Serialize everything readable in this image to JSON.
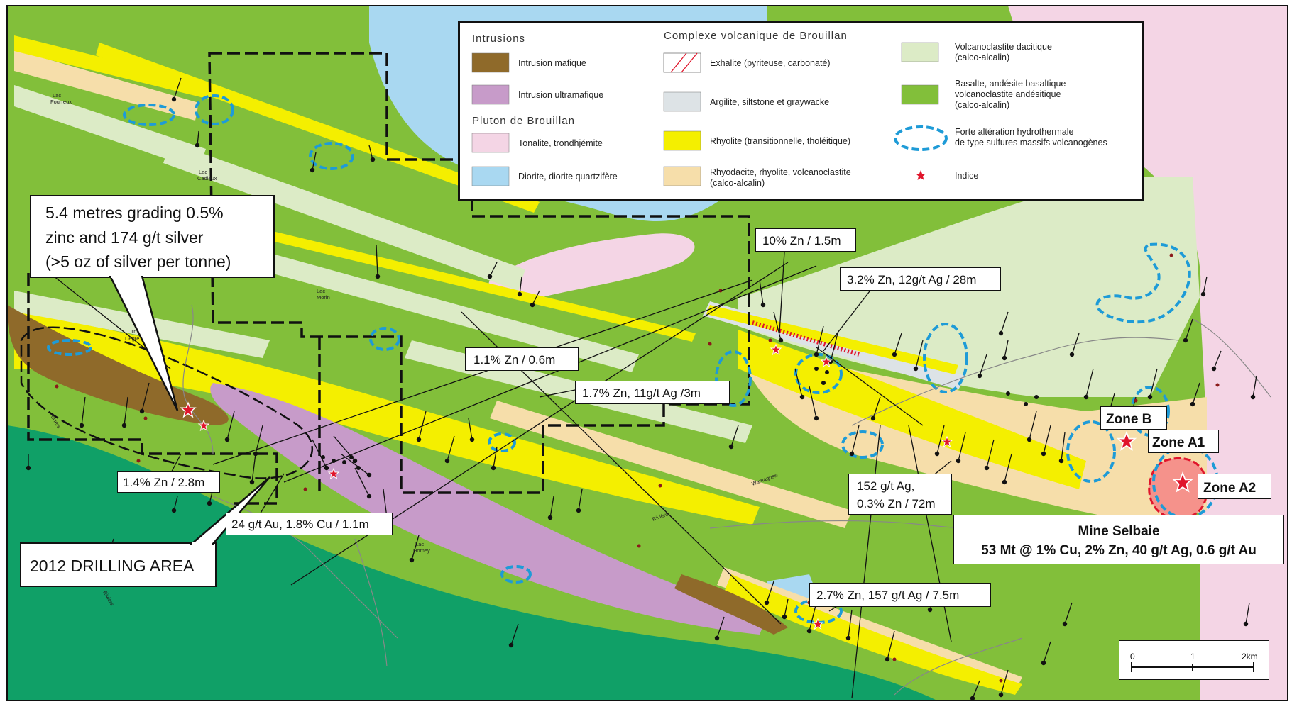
{
  "legend": {
    "col1": {
      "header_intrusions": "Intrusions",
      "mafique": "Intrusion mafique",
      "ultramafique": "Intrusion ultramafique",
      "header_pluton": "Pluton de Brouillan",
      "tonalite": "Tonalite, trondhjémite",
      "diorite": "Diorite, diorite quartzifère"
    },
    "col2": {
      "header": "Complexe volcanique de Brouillan",
      "exhalite": "Exhalite (pyriteuse, carbonaté)",
      "argilite": "Argilite, siltstone et graywacke",
      "rhyolite": "Rhyolite (transitionnelle, tholéitique)",
      "rhyodacite_1": "Rhyodacite, rhyolite, volcanoclastite",
      "rhyodacite_2": "(calco-alcalin)"
    },
    "col3": {
      "volcano_1": "Volcanoclastite dacitique",
      "volcano_2": "(calco-alcalin)",
      "basalte_1": "Basalte, andésite basaltique",
      "basalte_2": "volcanoclastite andésitique",
      "basalte_3": "(calco-alcalin)",
      "alteration_1": "Forte altération hydrothermale",
      "alteration_2": "de type sulfures massifs volcanogènes",
      "indice": "Indice"
    }
  },
  "callouts": {
    "main_1": "5.4 metres grading 0.5%",
    "main_2": "zinc and 174 g/t silver",
    "main_3": "(>5 oz of silver per tonne)",
    "drilling": "2012 DRILLING AREA",
    "zn10": "10% Zn / 1.5m",
    "zn32": "3.2% Zn, 12g/t Ag / 28m",
    "zn11": "1.1% Zn / 0.6m",
    "zn17": "1.7% Zn, 11g/t Ag /3m",
    "zn14": "1.4% Zn / 2.8m",
    "au24": "24 g/t Au, 1.8% Cu / 1.1m",
    "ag152_1": "152 g/t Ag,",
    "ag152_2": "0.3% Zn / 72m",
    "zn27": "2.7% Zn, 157 g/t Ag / 7.5m"
  },
  "zones": {
    "b": "Zone B",
    "a1": "Zone A1",
    "a2": "Zone A2"
  },
  "mine": {
    "name": "Mine Selbaie",
    "grade": "53 Mt @ 1% Cu, 2% Zn, 40 g/t Ag, 0.6 g/t Au"
  },
  "lakes": {
    "fourreux_1": "Lac",
    "fourreux_2": "Fourreux",
    "cadieux_1": "Lac",
    "cadieux_2": "Cadieux",
    "morin_1": "Lac",
    "morin_2": "Morin",
    "degre_1": "Tr",
    "degre_2": "Degré",
    "homey_1": "Lac",
    "homey_2": "Homey",
    "riviere_left": "Rivière",
    "riviere_mid": "Rivière",
    "riviere_bottom": "Rivière",
    "wamagosic": "Wamagosic"
  },
  "scale": {
    "t0": "0",
    "t1": "1",
    "t2": "2km"
  },
  "colors": {
    "basalte": "#82bf3a",
    "dark_green": "#10a067",
    "volcano_dacitique": "#dcebc6",
    "rhyolite": "#f4ef00",
    "rhyodacite": "#f6deaa",
    "argilite": "#dde3e6",
    "ultramafique": "#c79bc9",
    "mafique": "#8f6a2a",
    "tonalite": "#f4d5e5",
    "diorite": "#a9d8f1",
    "alteration": "#1e9bd7",
    "indice": "#e0152b"
  }
}
